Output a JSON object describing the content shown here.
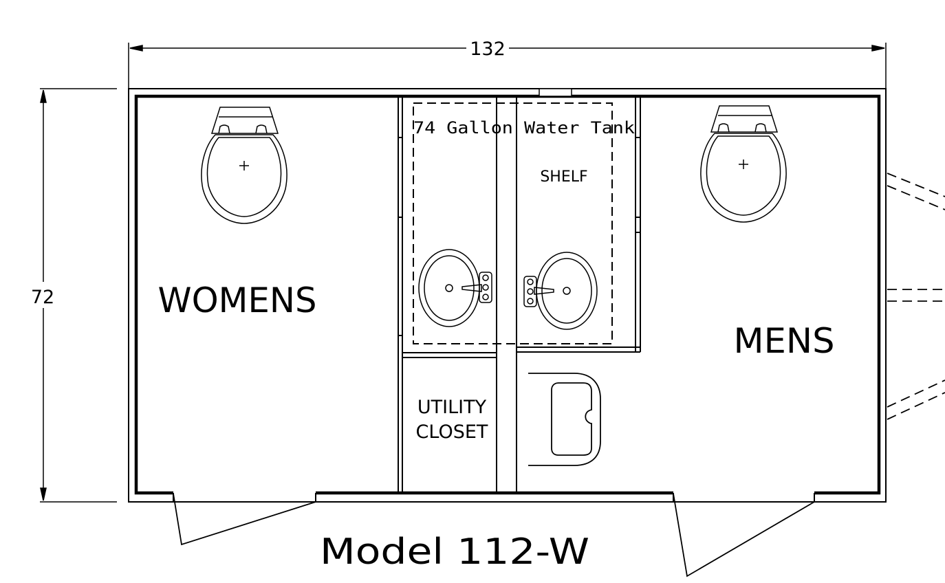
{
  "dimensions": {
    "width": "132",
    "height": "72"
  },
  "labels": {
    "water_tank": "74 Gallon Water Tank",
    "shelf": "SHELF",
    "womens": "WOMENS",
    "mens": "MENS",
    "utility_line1": "UTILITY",
    "utility_line2": "CLOSET",
    "model": "Model 112-W"
  },
  "colors": {
    "line": "#000000",
    "background": "#ffffff"
  }
}
